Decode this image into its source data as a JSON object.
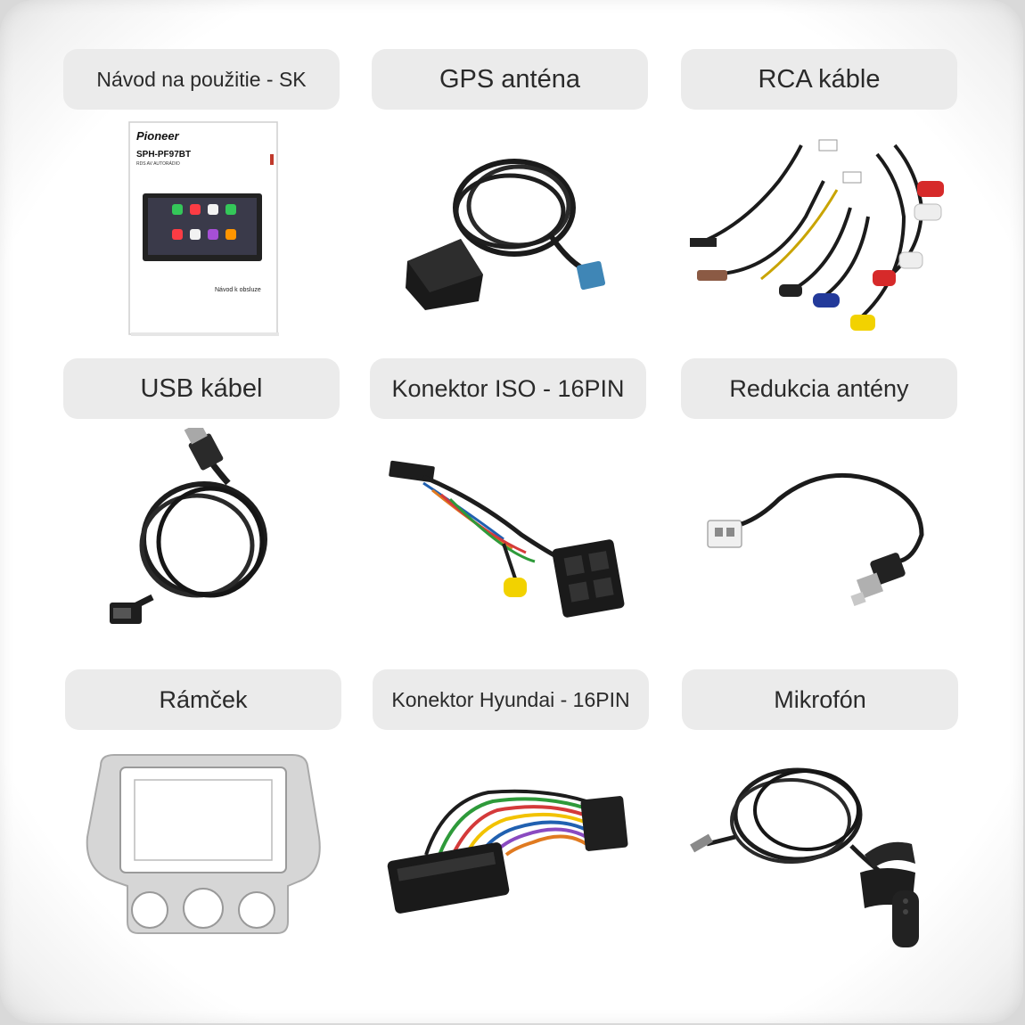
{
  "items": [
    {
      "label": "Návod na použitie - SK",
      "icon": "manual-booklet-icon"
    },
    {
      "label": "GPS anténa",
      "icon": "gps-antenna-icon"
    },
    {
      "label": "RCA káble",
      "icon": "rca-cables-icon"
    },
    {
      "label": "USB kábel",
      "icon": "usb-cable-icon"
    },
    {
      "label": "Konektor ISO - 16PIN",
      "icon": "iso-connector-icon"
    },
    {
      "label": "Redukcia antény",
      "icon": "antenna-adapter-icon"
    },
    {
      "label": "Rámček",
      "icon": "dash-frame-icon"
    },
    {
      "label": "Konektor Hyundai - 16PIN",
      "icon": "hyundai-connector-icon"
    },
    {
      "label": "Mikrofón",
      "icon": "microphone-icon"
    }
  ],
  "manual": {
    "brand": "Pioneer",
    "model": "SPH-PF97BT",
    "subtitle": "RDS AV AUTORÁDIO",
    "footer": "Návod k obsluze"
  },
  "colors": {
    "label_bg": "#ebebeb",
    "card_bg": "#ffffff",
    "outer_bg": "#d9d9d9"
  }
}
